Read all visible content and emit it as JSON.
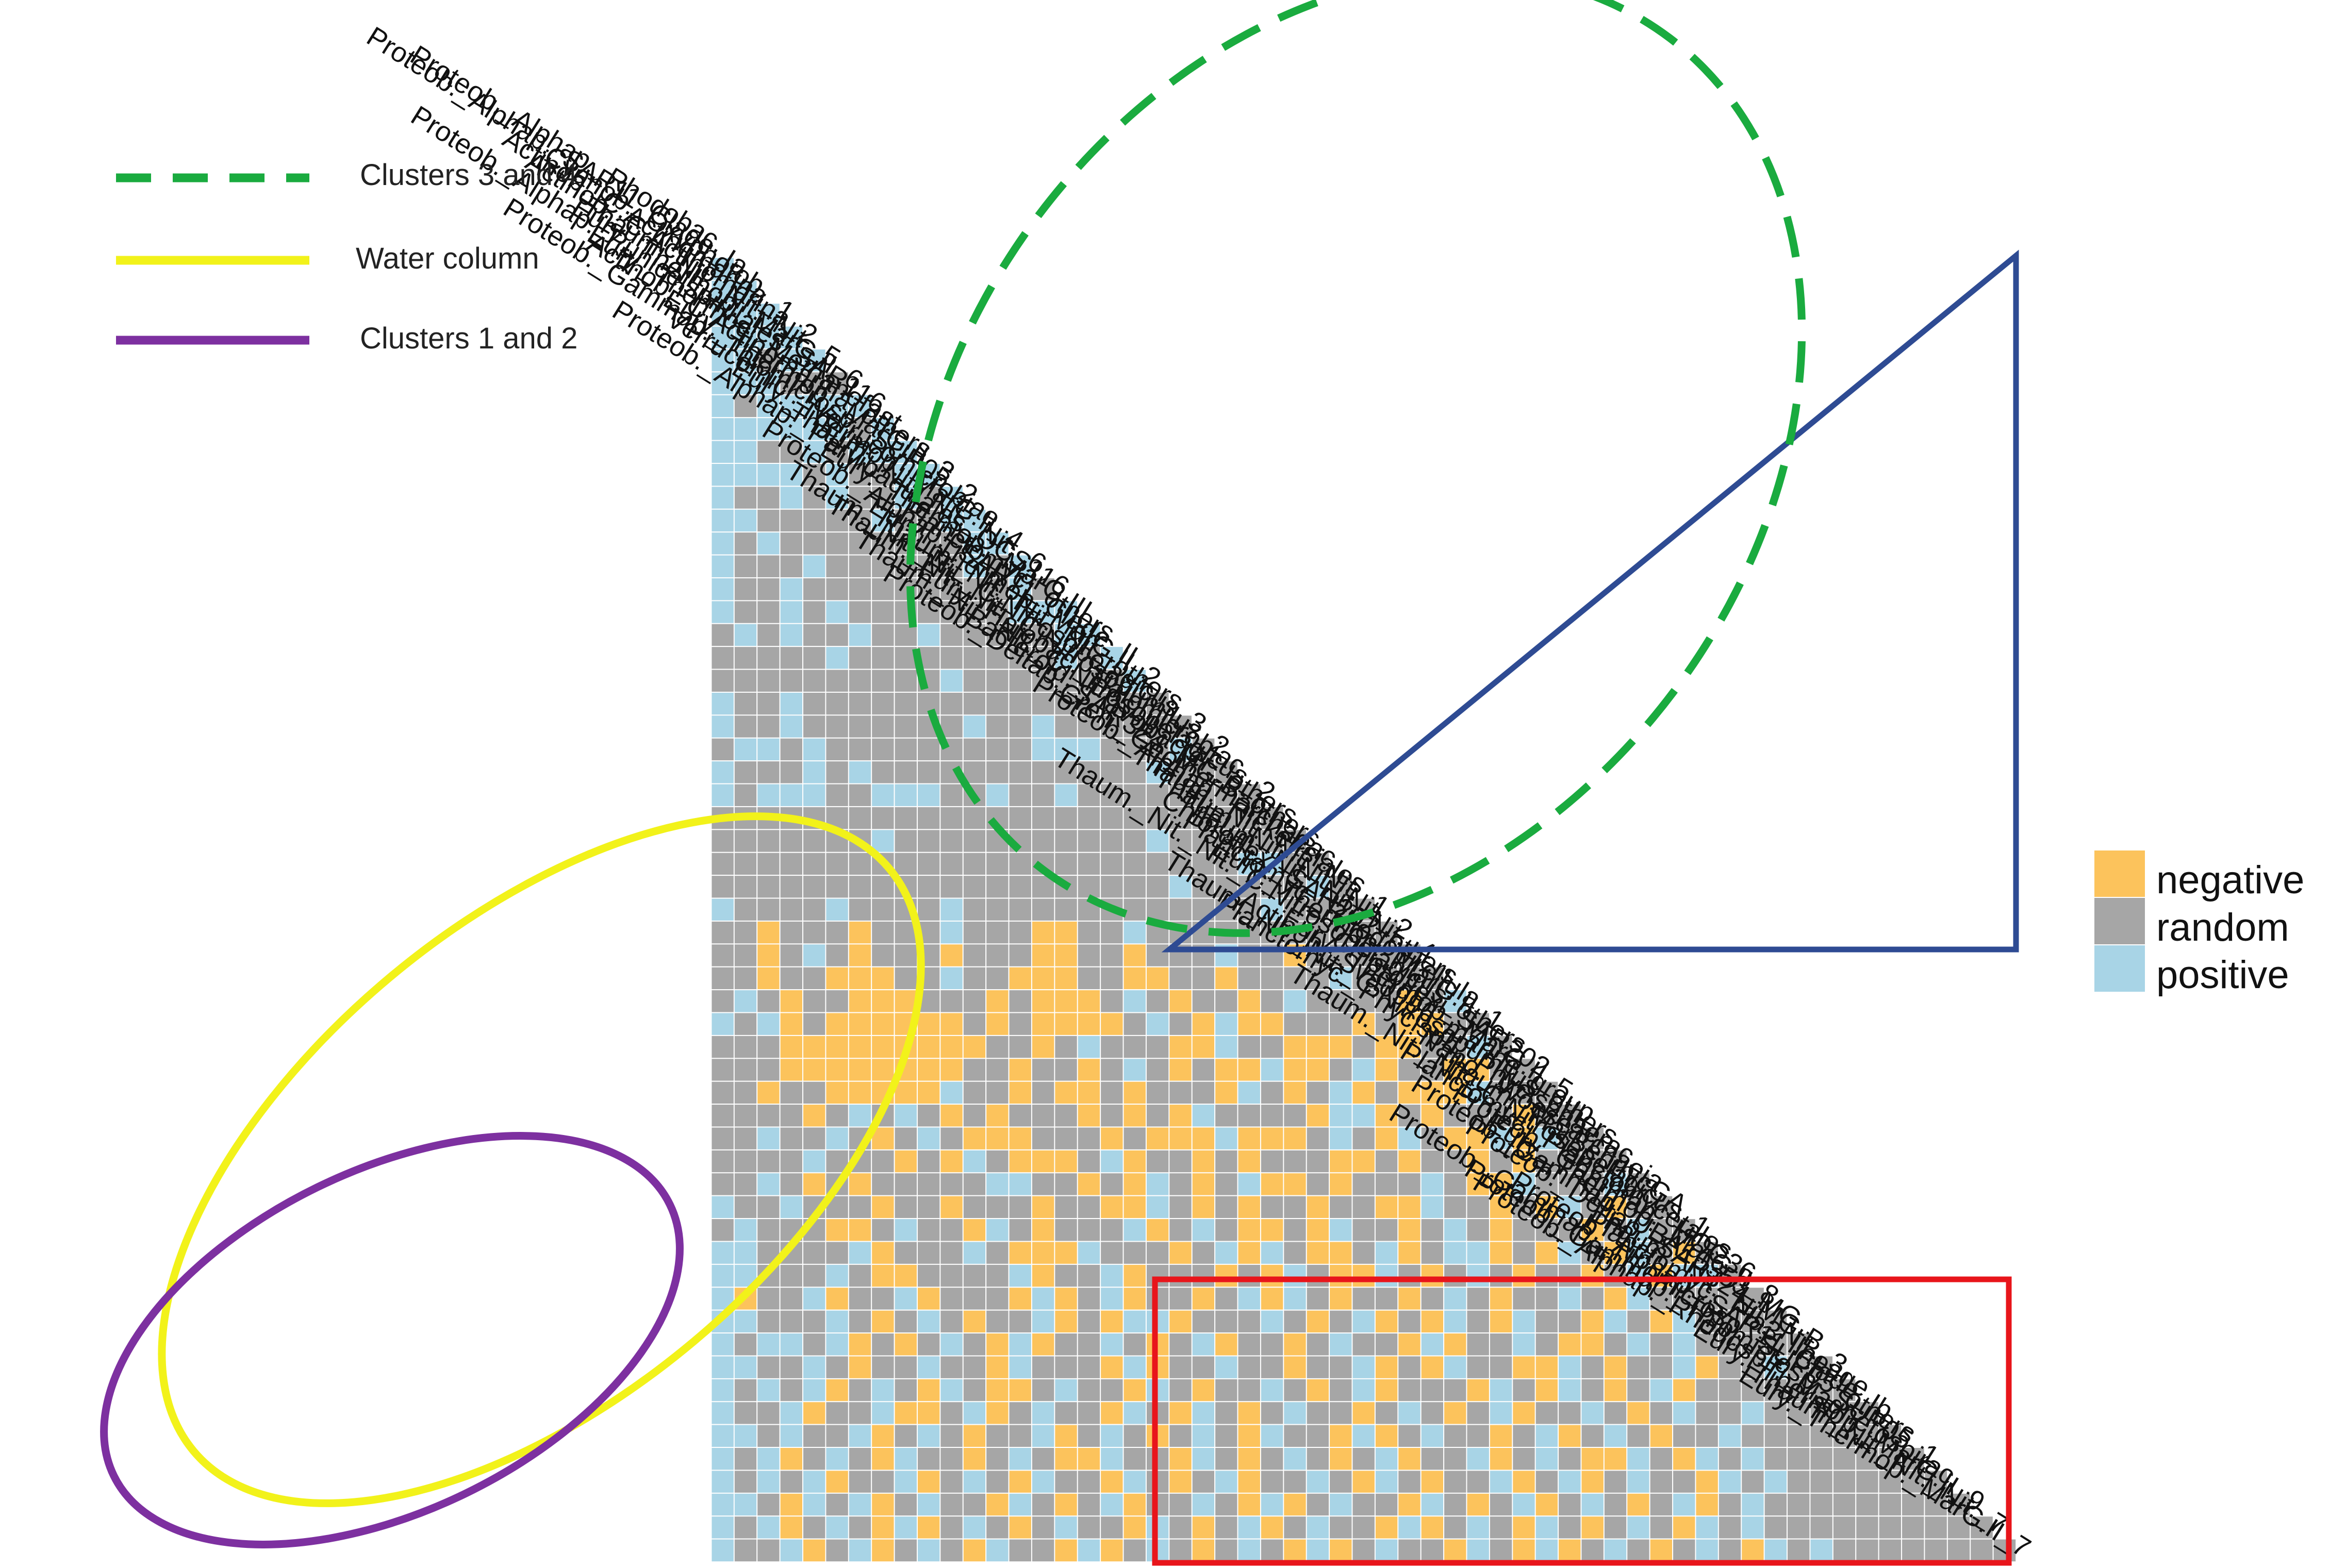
{
  "chart_data": {
    "type": "heatmap",
    "title": "",
    "xlabel": "",
    "ylabel": "",
    "taxa": [
      "Proteob._Alphap._Rhodobac.",
      "Proteob._Alphap._SAR11_Clade_Ia",
      "Cyanob._Oxyphotob.",
      "Actinob._C.Actinomarina_1",
      "Actinob._C.Actinomarina_2",
      "Thaum._Nit._Nit._Nit._5",
      "Eury._Thermop._MarG.II_6",
      "Proteob._Alphap._Puniceispirillales_SAR116",
      "Eury._Thermoc._Methanofast.",
      "Actinob._C.Actinomarina_others",
      "Eury._Thermop._MarG.II_3",
      "Proteob._Gammap._Thiomicrosp._SUP05_2",
      "Verrucomicr._Verrucomicrobiae",
      "Eury._Thermop._MarG.II_4",
      "Thaum._Nit._Nit._Nit._6",
      "Proteob._Alphap._Parvibaculales_OCS116",
      "Eury._Thermop._MarG.III",
      "Planctomyc._others",
      "Proteob._Alphap._SAR11_Clade_II",
      "Eury._Thermop._MarG.II_2",
      "Thaum._Nit._Nit._Nit._others",
      "Thaum._Nit._Nit._C.Nitrosopelagicus_3",
      "Thaum._Nit._Nit._C.Nitrosopumilus_2",
      "Eury._Halobac._Halomicrobiac.",
      "Thaum._Nit._Nit._C.Nitrosopelagicus_2",
      "Bacteroid._Flavobacter._others",
      "Proteob._Deltap._SAR324_MG-B_others",
      "Cren._Geothermarchaeac.",
      "Proteob._Alphap._Rickettsiales",
      "Thaum._Nit._Nit._Nit._1",
      "Thaum._Nit._Nit._Nit._2",
      "Thaum._Nit._Nit._Nit._4",
      "Chloroflexi_SAR202_others",
      "Planctomyc._Rhodopirellula",
      "Eury._Thermop._MarG.II_1",
      "Thaum._Nit._Nit._C.Nitrosopelagicus_others",
      "Chloroflexi_SAR202",
      "Eury._Thermop._MarG.II_5",
      "Actinob._Sva0996_marine_group",
      "Thaum._Nit._Nit._C.Nitrosopumilus_others",
      "Planctomyc._Phycisph._Phycisphaerac.",
      "Nano._Woesearchaeia",
      "Thaum._MarBenthicGA",
      "Thaum._Nit._Nit._C.Nitrosopelagicus_1",
      "Planctomyc._Planctomycetales",
      "Proteob._Gammap._HOC36",
      "Eury._Thermop._MarG.II_8",
      "Proteob._Gammap._UBA10353_MG",
      "Proteob._Deltap._SAR324_MG-B",
      "Thaum._Nit._Nit._Nit._3",
      "Planctomyc._Pla3_lineage",
      "Proteob._Alphap._SAR11_Clade_Ib",
      "Proteob._Gammap._Thiomicrosp._SUP05_others",
      "Proteob._Gammap._Thiomicrosp._SUP05_1",
      "Proteob._Alphap._Rhodospir._Magnetospirac.",
      "Eury._Thermop._MarG.II_9",
      "Thaum._Nit._Nit._Nit._7",
      "Eury._Thermop._MarG.II_7"
    ],
    "value_scale": {
      "negative": -1,
      "random": 0,
      "positive": 1
    },
    "legend": {
      "position": "right",
      "entries": [
        {
          "label": "negative",
          "color": "#fcc35c"
        },
        {
          "label": "random",
          "color": "#a6a6a6"
        },
        {
          "label": "positive",
          "color": "#a8d4e6"
        }
      ]
    },
    "annotations": [
      {
        "label": "Clusters 3 and 4",
        "style": "dashed-ellipse",
        "color": "#1aab3f"
      },
      {
        "label": "Water column",
        "style": "solid-ellipse",
        "color": "#f2f21a"
      },
      {
        "label": "Clusters 1 and 2",
        "style": "solid-ellipse",
        "color": "#7d30a0"
      }
    ],
    "highlight_boxes": [
      {
        "label": "",
        "shape": "triangle",
        "color": "#2e4b93"
      },
      {
        "label": "",
        "shape": "rectangle",
        "color": "#e8151b"
      }
    ],
    "matrix_rle": [
      "b2",
      "b3",
      "b4",
      "b5",
      "b2g1b3",
      "b3g4",
      "b1g1b6",
      "b6g1b2",
      "b2g2b1g1b4",
      "b4g1b1g2b3",
      "b1g2b1g1b1g2b1g1b2",
      "b2g5b1g2b2",
      "b1g1b1g8b2",
      "b1g3b1g6b1g1b2",
      "b1g2b1g9b1g2",
      "b1g2b1g1b1g7b4",
      "g1b1g1b1g2b1g2b1g5b3",
      "g5b1g9b1g1b1",
      "g10b1g7b1",
      "b1g2b1g16",
      "b1g2b1g7b1g2b1g5",
      "g1b2g1b1g9b3g3b1",
      "b1g3b1g1b1g12b1g2",
      "b1g1b3g2b3g2b1g2b1g8",
      "g26",
      "g7b1g11b1g6",
      "g23b2g3",
      "g20b1g5b1g2",
      "b1g4b1g4b1g13b1g5",
      "g2o1g3o1g3b1g3o2g2b1g10",
      "g2o1g1b1g1o1g3o1g3o2g2o1g3b1g2o1g4",
      "g2o1g2o3g2b1g2o3g2o2g2o1g4b1g5",
      "g1b1g1o1g2o3g3o1g1o3g1b1g1o1g2o1g1b1g4o1g1b1",
      "b1g1b1o1g1o2o3o1g1o1g1o4g1b1g1o1b1o1o1g3o1g1o2g2",
      "g3o1o2o3o3g2o1g1b1g3o1o1b1g2o3g1o1o1g2b1",
      "g3o1o2o3o2g2o1g2o1g1b1g1o1g1o1o1b1o2g1b1o1g2o1o1g2",
      "g2o1g2o1o2o2b1g2o1g1o1o1g1o1g3o1b1g1o1g1b1o1g1o2o1b1g1",
      "g4o1g1b1g1b1g1o1g1o1g3o1g1o1g1o1b1g3g1o1b2o1g1o1g3o1",
      "g2b1g2b1g1o1g1b1g1o3g3o1g1o3b1o1o2g1b1g1o1b1g1o2b1o1b1",
      "g4b1g3o1g1o1b1g1o2o1g1b1o1g2o1g1o1g3o1o1g1o1g2o1g1o1g2",
      "g2b1g1o1g1o1g5b2g2o1g1o1b1g1o1g1b1o2g1o1g3b1g1o1o1b1g3b1",
      "b1g2b1g3o1g2o1g3o1g2o2b1g1o1g1o1g2o1g2o2b1g2o1g1o1b1g1o1g2",
      "g1b1g3o2g1b1g2o1b1g1o1g3b1o1g1b1g1o2g1o1b1g2o1g1b1g1o1g3o1g1b1g1",
      "b2g4b1o1g3b1g1o3b1g3o1g1b1o1b1g1o2g1b1o1g1b2o1g1o1b1g1o1b1g1o1",
      "b2g3b1g1o2g4b1o1g2b1o1g3o1g1o1b1g1o2b1g1o1g1b1g1o1g2o1g1b1o1b2",
      "b1o1g2b1o1g2b1o1g3o1b1o1g1b1o1g2o1g1b1o1b1g1o1g2o1g1b1g1o1g2b1g1o1b1",
      "b2g3b1g1o1g1b1g1o1g2b1o1g1o1b2o1g3b1g1o1g1b1o1g1o1b1g1o1b1g2o1b1g1o1b1g2",
      "b1g1b2g1b1o1g1o1g1b1g1o1b1o1g2b1g1o1g1b1o1g2o1g1b1g2o1b1o1g2b1g1o2g1b1g1b1",
      "b2g2b1g1o1g2b1g2o1b1g3o1b1o1g2b1g2o1g2b1o1g1o1b1g2o2b1g1o1g2b1o1g2b1g1",
      "b1g1b1g1b1o1g1b1g1o1b1g1o2g1b1g2o1b1g1o1g2b1g1o1g1b1o1g3o1b1g1o1b1g1o1g1b1o1g1",
      "b1g2b1o1g2b1o2g1b1o1g1b1g2o1b1g1o1b1g1o1g1b1g2o1g1b1g1o1g1b1o1g2b1g1o1g1b1g2b1",
      "b2g1b1g2b1o1g1b1g1o1g2b1o1g1b1g1o1g1b1g1o1b1g2o1b1o1g1b1g2o1g1b1o1g1b1g1o1g2b1g2",
      "b1g1b1o1g1b1g1o1b1g2o1g1b1g1o2b1g2o1b1g1o1g1b1g1o1g1b1o1g2b1o1g1b1g1o2b1g1o1b1g1b1",
      "b1g1b1g1b1o1g2b1o1g1b1g1o1b1g2o1b1g1o1g1b1o1g2b1g1o1b1g1o1g2b1o1g1b1o1g1b1g2o1b1g1b1",
      "b2g1o1b1g1b1o1g1b1g2o1b1g1o1g1b1o1g2b1g1o1b1o1g1b1g2o1b1g1o1g1b1o1g1b1g1o1g1b1o1g1b1g1",
      "b1g1b1o1g1b1g1o1b1o1g1b1g1o1g1b1g2o1b1g1o1g1b1o1g1b1g2o1b1o1g1b1g1o1b1g1o1g1b1g1o1b1g1b1g1",
      "b1g2b1o1g1b1o1g1b1g1o1b1g2o1b1o1g1b1g1o1g1b1g1o1b1o1g1b1g2o1b1g1o1b1o1g1b1g1o1g1b1g1o1b1g1b1",
      "b2g1b1o1g1b1g1o1b1o1g1b1g1o1b1g2o1b1g1o1g1b1o1b1g1o1g1b1g1o1b1o1g2b1o1g1b1g1o1b1g1o1b1g1o1b1"
    ]
  }
}
